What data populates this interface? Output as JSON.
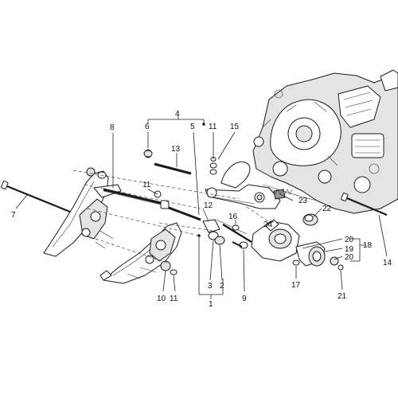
{
  "diagram": {
    "labels": {
      "p1": "1",
      "p2": "2",
      "p3": "3",
      "p4": "4",
      "p5": "5",
      "p6": "6",
      "p7": "7",
      "p8": "8",
      "p9": "9",
      "p10": "10",
      "p11a": "11",
      "p11b": "11",
      "p11c": "11",
      "p12": "12",
      "p13": "13",
      "p14": "14",
      "p15": "15",
      "p16": "16",
      "p17": "17",
      "p18": "18",
      "p19": "19",
      "p20a": "20",
      "p20b": "20",
      "p20c": "20",
      "p21": "21",
      "p22": "22",
      "p23": "23",
      "p24": "24"
    },
    "colors": {
      "line": "#1a1a1a",
      "part_fill": "#ffffff",
      "shade": "#e4e4e4",
      "dark": "#9a9a9a"
    }
  }
}
